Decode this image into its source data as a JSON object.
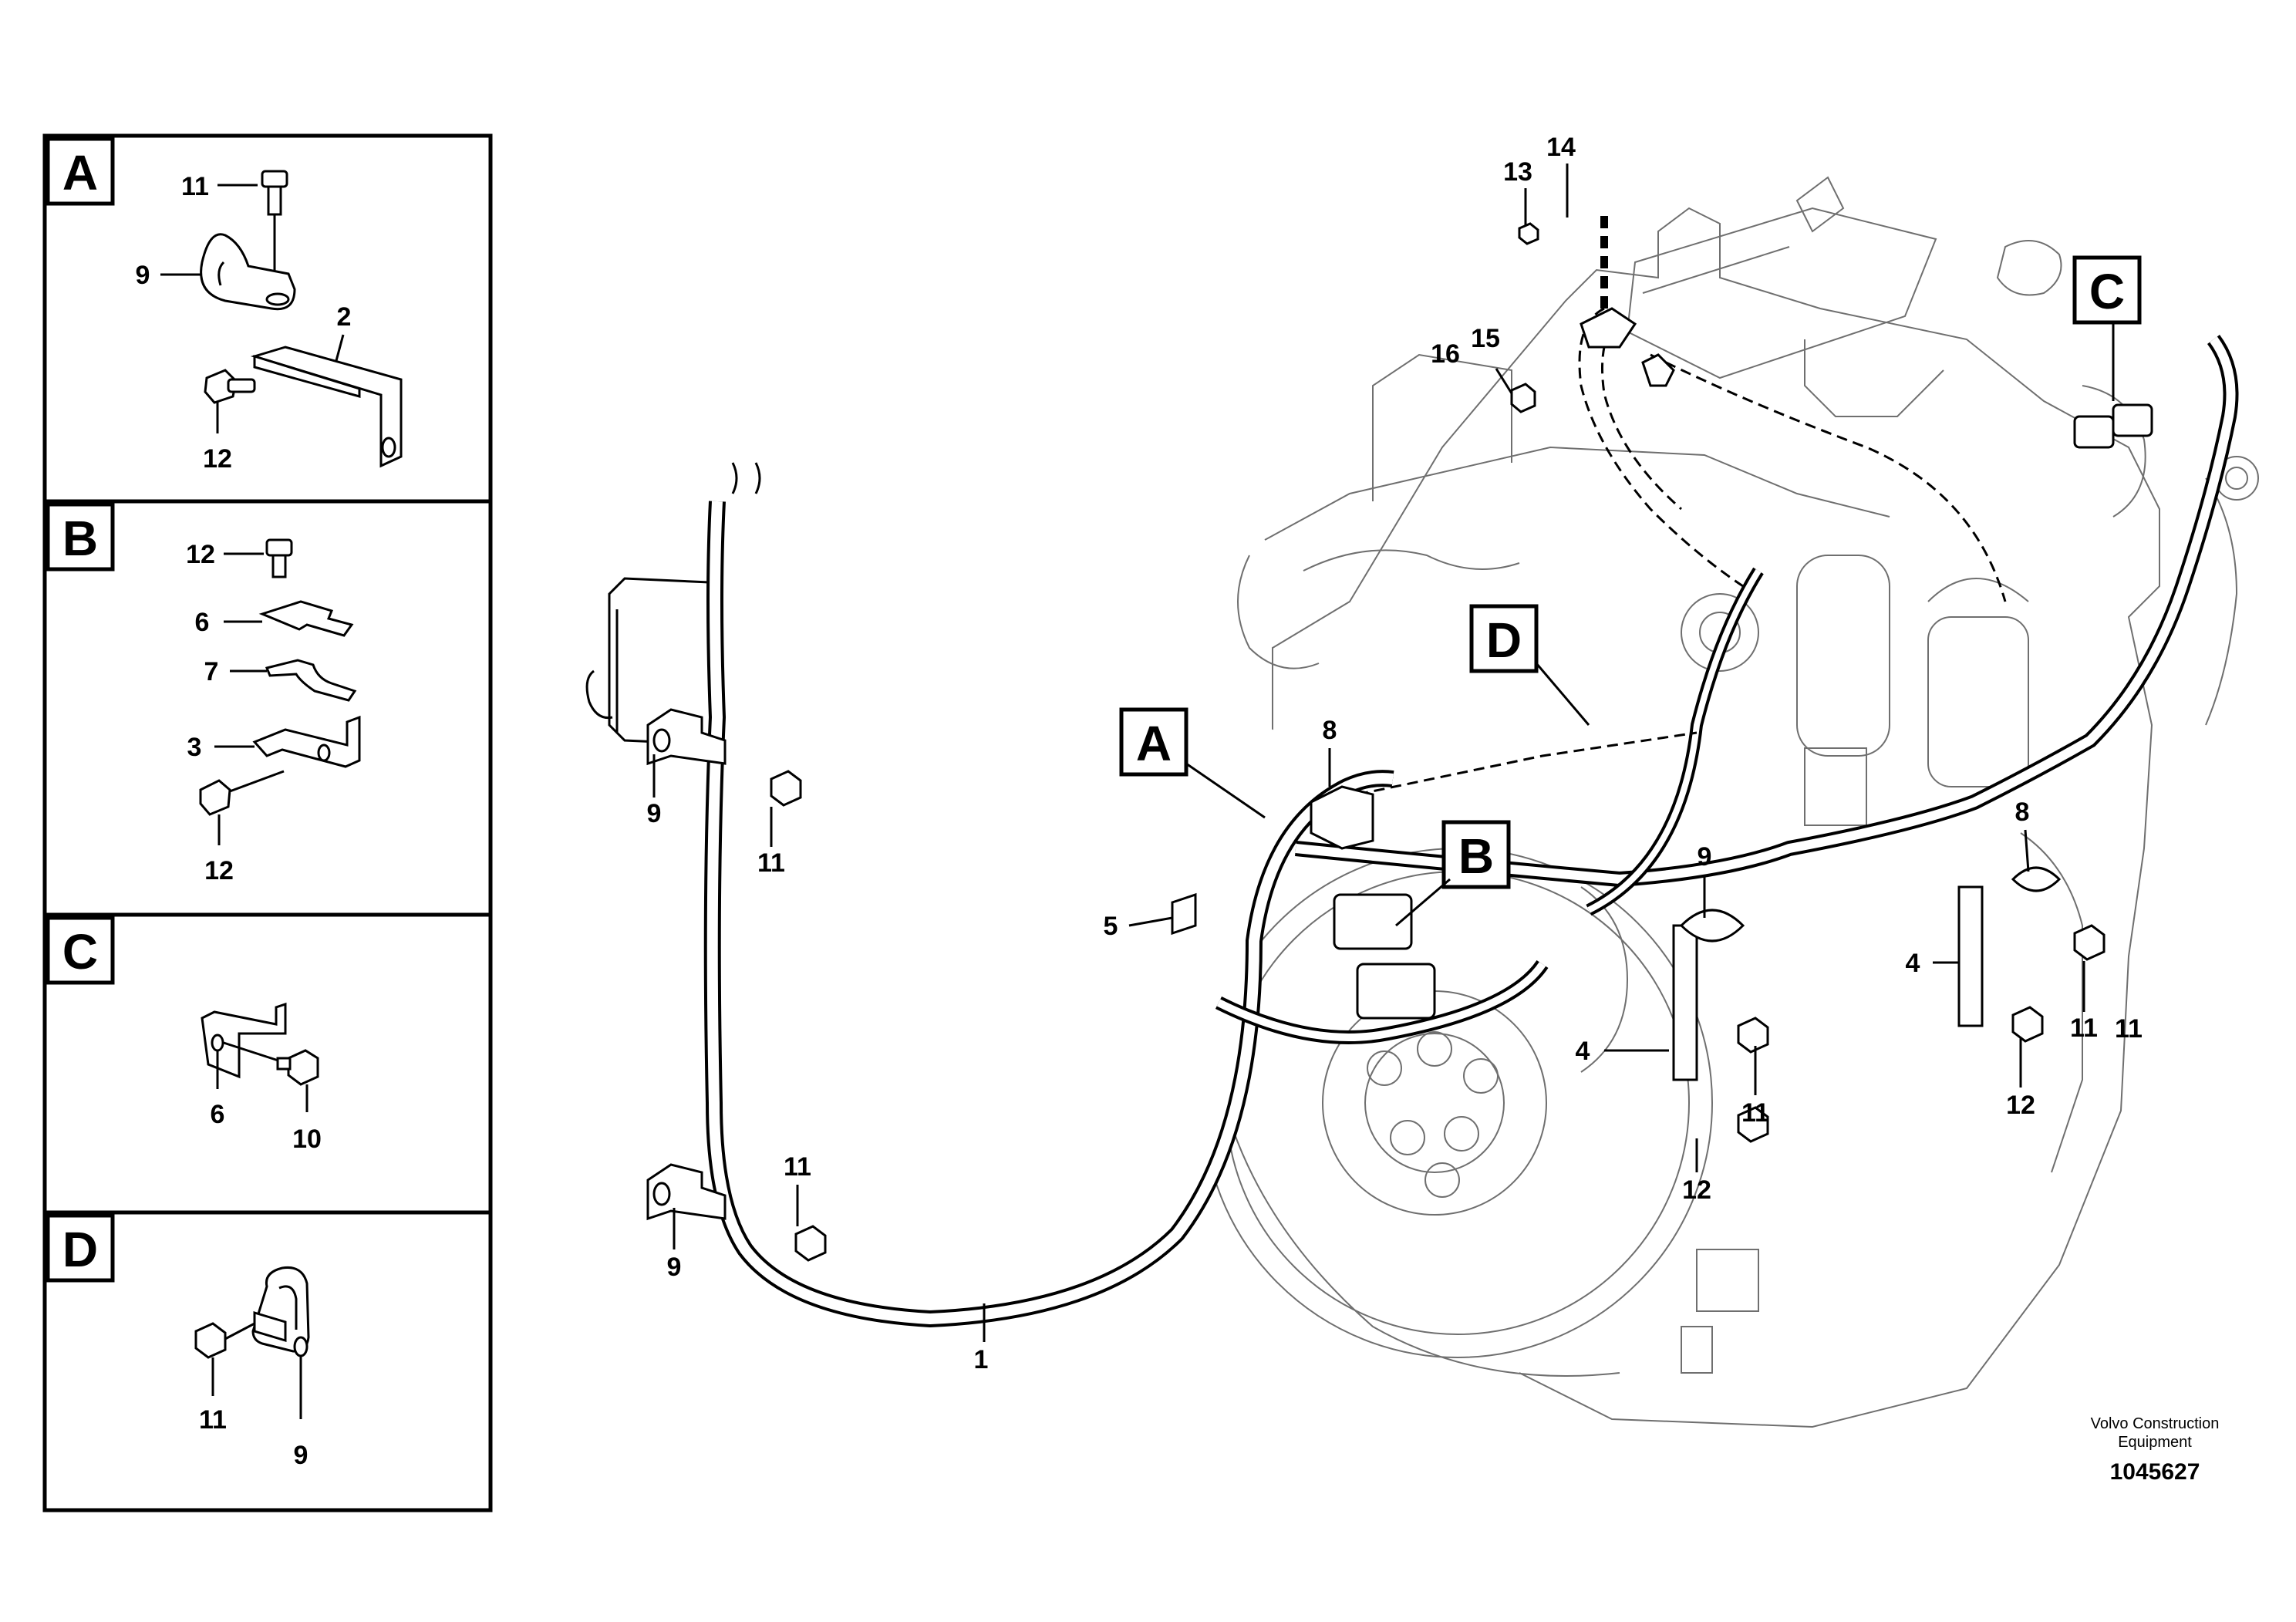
{
  "panels": [
    {
      "letter": "A",
      "callouts": [
        "11",
        "9",
        "2",
        "12"
      ]
    },
    {
      "letter": "B",
      "callouts": [
        "12",
        "6",
        "7",
        "3",
        "12"
      ]
    },
    {
      "letter": "C",
      "callouts": [
        "6",
        "10"
      ]
    },
    {
      "letter": "D",
      "callouts": [
        "11",
        "9"
      ]
    }
  ],
  "main_tags": [
    "A",
    "B",
    "C",
    "D"
  ],
  "main_callouts": [
    "14",
    "13",
    "16",
    "15",
    "8",
    "8",
    "9",
    "5",
    "4",
    "4",
    "9",
    "11",
    "11",
    "11",
    "11",
    "12",
    "12",
    "9",
    "11",
    "1"
  ],
  "footer": {
    "brand_line1": "Volvo Construction",
    "brand_line2": "Equipment",
    "doc_number": "1045627"
  }
}
